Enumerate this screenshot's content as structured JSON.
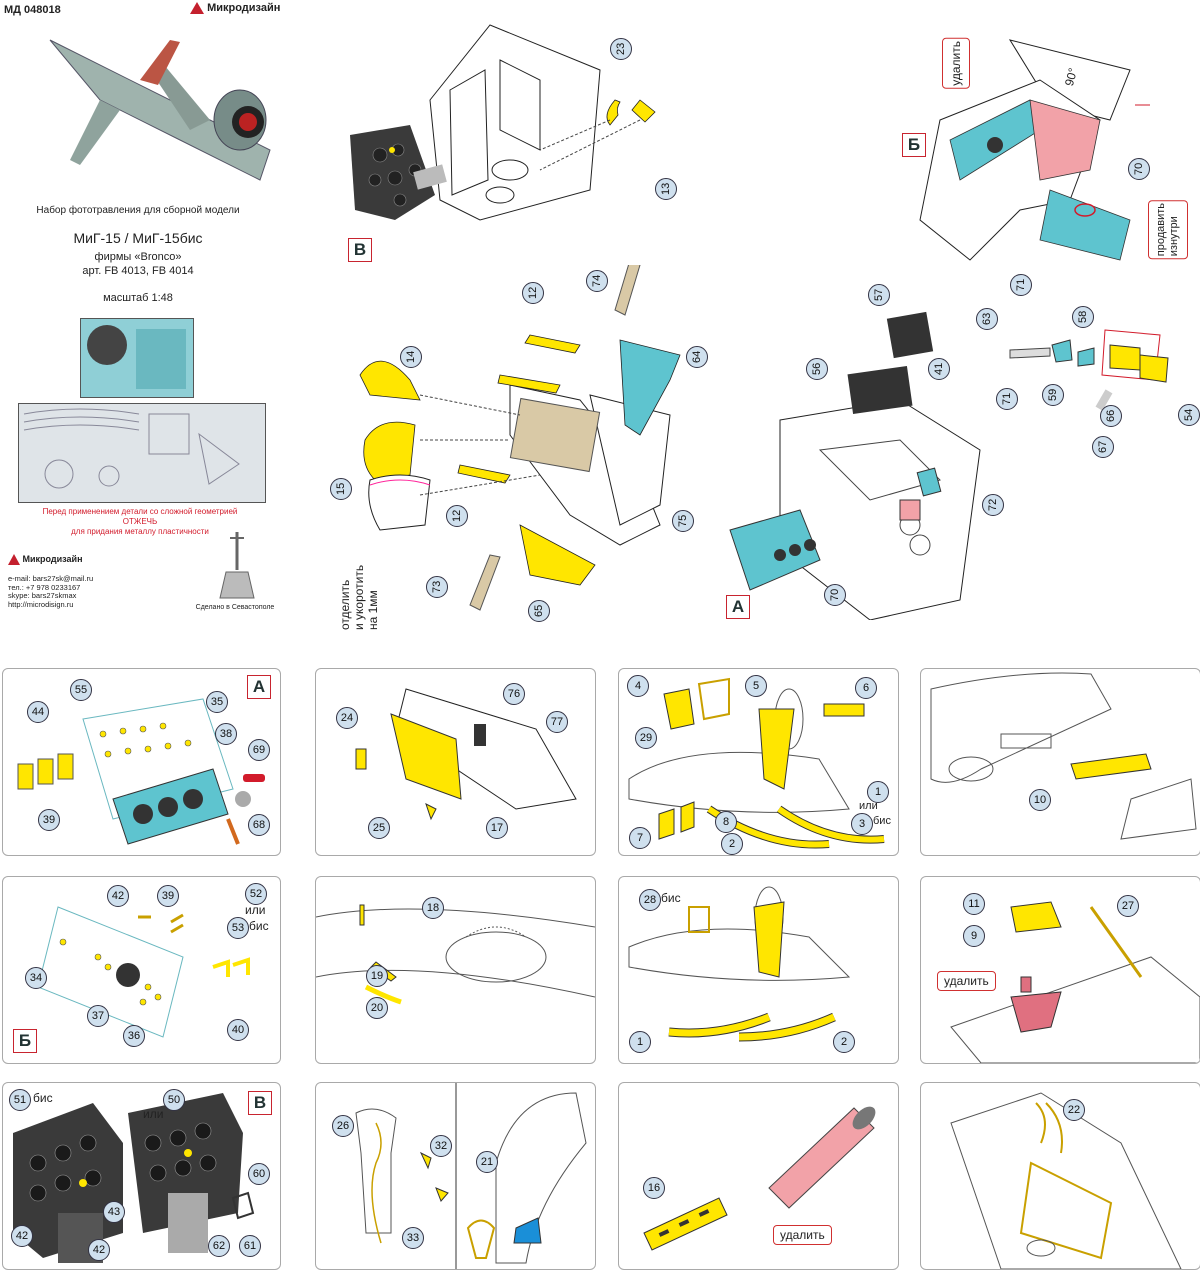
{
  "header": {
    "code": "МД 048018",
    "brand": "Микродизайн"
  },
  "cover": {
    "subtitle": "Набор фототравления для сборной модели",
    "title": "МиГ-15 / МиГ-15бис",
    "maker": "фирмы «Bronco»",
    "articles": "арт. FB 4013, FB 4014",
    "scale": "масштаб 1:48",
    "warning_line1": "Перед применением детали со сложной геометрией",
    "warning_line2": "ОТЖЕЧЬ",
    "warning_line3": "для придания металлу пластичности",
    "brand_small": "Микродизайн",
    "email": "e-mail: bars27sk@mail.ru",
    "phone": "тел.: +7 978 0233167",
    "skype": "skype: bars27skmax",
    "site": "http://microdisign.ru",
    "made_in": "Сделано в Севастополе"
  },
  "labels": {
    "A": "А",
    "B": "Б",
    "V": "В",
    "remove": "удалить",
    "deg90": "90°",
    "push_inside_1": "продавить",
    "push_inside_2": "изнутри",
    "cut_shorten_1": "отделить",
    "cut_shorten_2": "и укоротить",
    "cut_shorten_3": "на 1мм",
    "or": "или",
    "bis": "бис",
    "bis_28": "28 бис",
    "bis_51": "бис"
  },
  "part_numbers": {
    "top_center": [
      "23",
      "13",
      "12",
      "74",
      "14",
      "64",
      "15",
      "12",
      "75",
      "73",
      "65"
    ],
    "top_right": [
      "70",
      "71",
      "63",
      "58",
      "57",
      "41",
      "56",
      "59",
      "66",
      "54",
      "67",
      "72",
      "70"
    ],
    "p1": [
      "55",
      "35",
      "44",
      "38",
      "69",
      "39",
      "68"
    ],
    "p2": [
      "76",
      "24",
      "77",
      "25",
      "17"
    ],
    "p3": [
      "4",
      "5",
      "6",
      "29",
      "1",
      "3",
      "8",
      "7",
      "2"
    ],
    "p4": [
      "10"
    ],
    "p5": [
      "42",
      "39",
      "52",
      "53",
      "34",
      "37",
      "36",
      "40"
    ],
    "p6": [
      "18",
      "19",
      "20"
    ],
    "p7": [
      "28",
      "1",
      "2"
    ],
    "p8": [
      "11",
      "9",
      "27"
    ],
    "p9": [
      "51",
      "50",
      "60",
      "43",
      "42",
      "62",
      "61"
    ],
    "p10": [
      "26",
      "32",
      "21",
      "33"
    ],
    "p11": [
      "16"
    ],
    "p12": [
      "22"
    ]
  },
  "colors": {
    "pe_yellow": "#ffe600",
    "pe_cyan": "#5ec4cf",
    "pink": "#f2a2a8",
    "dark_panel": "#3a3a3a",
    "badge": "#cfe0ee",
    "red_accent": "#d21b2b"
  }
}
